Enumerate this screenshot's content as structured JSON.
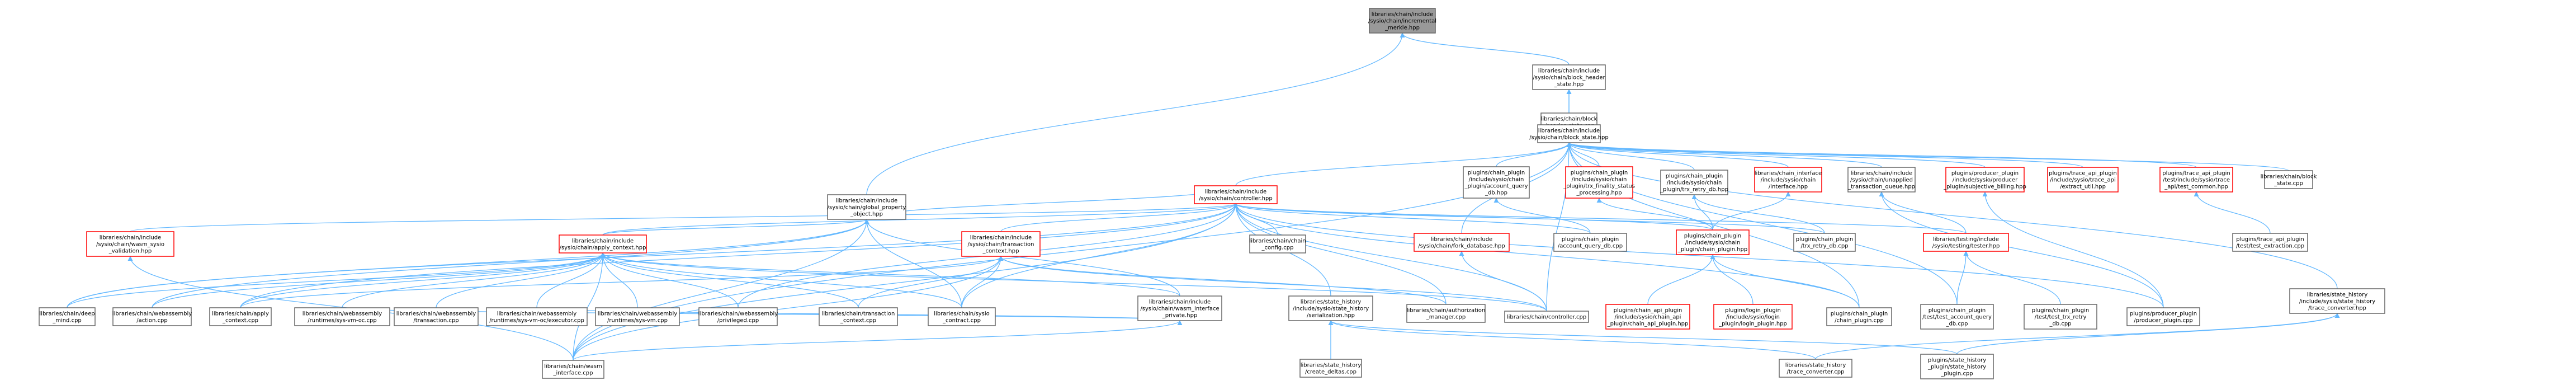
{
  "graph": {
    "nodes": [
      {
        "id": "root",
        "lines": [
          "libraries/chain/include",
          "/sysio/chain/incremental",
          "_merkle.hpp"
        ],
        "style": "root"
      },
      {
        "id": "bhs",
        "lines": [
          "libraries/chain/include",
          "/sysio/chain/block_header",
          "_state.hpp"
        ],
        "style": "black"
      },
      {
        "id": "bhs_cpp",
        "lines": [
          "libraries/chain/block",
          "_header_state.cpp"
        ],
        "style": "black"
      },
      {
        "id": "bs",
        "lines": [
          "libraries/chain/include",
          "/sysio/chain/block_state.hpp"
        ],
        "style": "black"
      },
      {
        "id": "gpo",
        "lines": [
          "libraries/chain/include",
          "/sysio/chain/global_property",
          "_object.hpp"
        ],
        "style": "black"
      },
      {
        "id": "ctrl",
        "lines": [
          "libraries/chain/include",
          "/sysio/chain/controller.hpp"
        ],
        "style": "red"
      },
      {
        "id": "acq",
        "lines": [
          "plugins/chain_plugin",
          "/include/sysio/chain",
          "_plugin/account_query",
          "_db.hpp"
        ],
        "style": "black"
      },
      {
        "id": "fin",
        "lines": [
          "plugins/chain_plugin",
          "/include/sysio/chain",
          "_plugin/trx_finality_status",
          "_processing.hpp"
        ],
        "style": "red"
      },
      {
        "id": "trxdb",
        "lines": [
          "plugins/chain_plugin",
          "/include/sysio/chain",
          "_plugin/trx_retry_db.hpp"
        ],
        "style": "black"
      },
      {
        "id": "ci",
        "lines": [
          "libraries/chain_interface",
          "/include/sysio/chain",
          "/interface.hpp"
        ],
        "style": "red"
      },
      {
        "id": "utq",
        "lines": [
          "libraries/chain/include",
          "/sysio/chain/unapplied",
          "_transaction_queue.hpp"
        ],
        "style": "black"
      },
      {
        "id": "prod_sub",
        "lines": [
          "plugins/producer_plugin",
          "/include/sysio/producer",
          "_plugin/subjective_billing.hpp"
        ],
        "style": "red"
      },
      {
        "id": "trace_ext",
        "lines": [
          "plugins/trace_api_plugin",
          "/include/sysio/trace_api",
          "/extract_util.hpp"
        ],
        "style": "red"
      },
      {
        "id": "trace_test",
        "lines": [
          "plugins/trace_api_plugin",
          "/test/include/sysio/trace",
          "_api/test_common.hpp"
        ],
        "style": "red"
      },
      {
        "id": "bs_cpp",
        "lines": [
          "libraries/chain/block",
          "_state.cpp"
        ],
        "style": "black"
      },
      {
        "id": "wasm_val",
        "lines": [
          "libraries/chain/include",
          "/sysio/chain/wasm_sysio",
          "_validation.hpp"
        ],
        "style": "red"
      },
      {
        "id": "apply_ctx",
        "lines": [
          "libraries/chain/include",
          "/sysio/chain/apply_context.hpp"
        ],
        "style": "red"
      },
      {
        "id": "chain_cfg",
        "lines": [
          "libraries/chain/chain",
          "_config.cpp"
        ],
        "style": "black"
      },
      {
        "id": "txn_ctx",
        "lines": [
          "libraries/chain/include",
          "/sysio/chain/transaction",
          "_context.hpp"
        ],
        "style": "red"
      },
      {
        "id": "fork_db",
        "lines": [
          "libraries/chain/include",
          "/sysio/chain/fork_database.hpp"
        ],
        "style": "red"
      },
      {
        "id": "acq_cpp",
        "lines": [
          "plugins/chain_plugin",
          "/account_query_db.cpp"
        ],
        "style": "black"
      },
      {
        "id": "cp_hpp",
        "lines": [
          "plugins/chain_plugin",
          "/include/sysio/chain",
          "_plugin/chain_plugin.hpp"
        ],
        "style": "red"
      },
      {
        "id": "trx_retry_cpp",
        "lines": [
          "plugins/chain_plugin",
          "/trx_retry_db.cpp"
        ],
        "style": "black"
      },
      {
        "id": "tester",
        "lines": [
          "libraries/testing/include",
          "/sysio/testing/tester.hpp"
        ],
        "style": "red"
      },
      {
        "id": "trace_extract_cpp",
        "lines": [
          "plugins/trace_api_plugin",
          "/test/test_extraction.cpp"
        ],
        "style": "black"
      },
      {
        "id": "deep_mind",
        "lines": [
          "libraries/chain/deep",
          "_mind.cpp"
        ],
        "style": "black"
      },
      {
        "id": "wasm_action",
        "lines": [
          "libraries/chain/webassembly",
          "/action.cpp"
        ],
        "style": "black"
      },
      {
        "id": "apply_cpp",
        "lines": [
          "libraries/chain/apply",
          "_context.cpp"
        ],
        "style": "black"
      },
      {
        "id": "sys_vm_oc",
        "lines": [
          "libraries/chain/webassembly",
          "/runtimes/sys-vm-oc.cpp"
        ],
        "style": "black"
      },
      {
        "id": "wasm_txn",
        "lines": [
          "libraries/chain/webassembly",
          "/transaction.cpp"
        ],
        "style": "black"
      },
      {
        "id": "sys_vm_exec",
        "lines": [
          "libraries/chain/webassembly",
          "/runtimes/sys-vm-oc/executor.cpp"
        ],
        "style": "black"
      },
      {
        "id": "sys_vm",
        "lines": [
          "libraries/chain/webassembly",
          "/runtimes/sys-vm.cpp"
        ],
        "style": "black"
      },
      {
        "id": "wasm_priv",
        "lines": [
          "libraries/chain/webassembly",
          "/privileged.cpp"
        ],
        "style": "black"
      },
      {
        "id": "txn_ctx_cpp",
        "lines": [
          "libraries/chain/transaction",
          "_context.cpp"
        ],
        "style": "black"
      },
      {
        "id": "sysio_contract",
        "lines": [
          "libraries/chain/sysio",
          "_contract.cpp"
        ],
        "style": "black"
      },
      {
        "id": "wasm_iface_priv",
        "lines": [
          "libraries/chain/include",
          "/sysio/chain/wasm_interface",
          "_private.hpp"
        ],
        "style": "black"
      },
      {
        "id": "sh_ser",
        "lines": [
          "libraries/state_history",
          "/include/sysio/state_history",
          "/serialization.hpp"
        ],
        "style": "black"
      },
      {
        "id": "auth_mgr",
        "lines": [
          "libraries/chain/authorization",
          "_manager.cpp"
        ],
        "style": "black"
      },
      {
        "id": "ctrl_cpp",
        "lines": [
          "libraries/chain/controller.cpp"
        ],
        "style": "black"
      },
      {
        "id": "chain_api",
        "lines": [
          "plugins/chain_api_plugin",
          "/include/sysio/chain_api",
          "_plugin/chain_api_plugin.hpp"
        ],
        "style": "red"
      },
      {
        "id": "login",
        "lines": [
          "plugins/login_plugin",
          "/include/sysio/login",
          "_plugin/login_plugin.hpp"
        ],
        "style": "red"
      },
      {
        "id": "cp_cpp",
        "lines": [
          "plugins/chain_plugin",
          "/chain_plugin.cpp"
        ],
        "style": "black"
      },
      {
        "id": "test_acq",
        "lines": [
          "plugins/chain_plugin",
          "/test/test_account_query",
          "_db.cpp"
        ],
        "style": "black"
      },
      {
        "id": "test_trx_retry",
        "lines": [
          "plugins/chain_plugin",
          "/test/test_trx_retry",
          "_db.cpp"
        ],
        "style": "black"
      },
      {
        "id": "prod_cpp",
        "lines": [
          "plugins/producer_plugin",
          "/producer_plugin.cpp"
        ],
        "style": "black"
      },
      {
        "id": "trace_conv",
        "lines": [
          "libraries/state_history",
          "/include/sysio/state_history",
          "/trace_converter.hpp"
        ],
        "style": "black"
      },
      {
        "id": "wasm_iface_cpp",
        "lines": [
          "libraries/chain/wasm",
          "_interface.cpp"
        ],
        "style": "black"
      },
      {
        "id": "create_deltas",
        "lines": [
          "libraries/state_history",
          "/create_deltas.cpp"
        ],
        "style": "black"
      },
      {
        "id": "trace_conv_cpp",
        "lines": [
          "libraries/state_history",
          "/trace_converter.cpp"
        ],
        "style": "black"
      },
      {
        "id": "sh_plugin",
        "lines": [
          "plugins/state_history",
          "_plugin/state_history",
          "_plugin.cpp"
        ],
        "style": "black"
      }
    ],
    "edges": [
      [
        "bhs",
        "root"
      ],
      [
        "gpo",
        "root"
      ],
      [
        "bhs_cpp",
        "bhs"
      ],
      [
        "bs",
        "bhs"
      ],
      [
        "ctrl",
        "bs"
      ],
      [
        "acq",
        "bs"
      ],
      [
        "fin",
        "bs"
      ],
      [
        "trxdb",
        "bs"
      ],
      [
        "ci",
        "bs"
      ],
      [
        "utq",
        "bs"
      ],
      [
        "prod_sub",
        "bs"
      ],
      [
        "trace_ext",
        "bs"
      ],
      [
        "trace_test",
        "bs"
      ],
      [
        "bs_cpp",
        "bs"
      ],
      [
        "fork_db",
        "bs"
      ],
      [
        "ctrl_cpp",
        "bs"
      ],
      [
        "cp_cpp",
        "bs"
      ],
      [
        "test_acq",
        "bs"
      ],
      [
        "trace_conv",
        "bs"
      ],
      [
        "wasm_iface_cpp",
        "bs"
      ],
      [
        "ctrl",
        "gpo"
      ],
      [
        "apply_ctx",
        "gpo"
      ],
      [
        "deep_mind",
        "gpo"
      ],
      [
        "wasm_action",
        "gpo"
      ],
      [
        "sysio_contract",
        "gpo"
      ],
      [
        "wasm_iface_priv",
        "gpo"
      ],
      [
        "wasm_iface_cpp",
        "gpo"
      ],
      [
        "wasm_val",
        "ctrl"
      ],
      [
        "apply_ctx",
        "ctrl"
      ],
      [
        "chain_cfg",
        "ctrl"
      ],
      [
        "txn_ctx",
        "ctrl"
      ],
      [
        "acq_cpp",
        "ctrl"
      ],
      [
        "cp_hpp",
        "ctrl"
      ],
      [
        "trx_retry_cpp",
        "ctrl"
      ],
      [
        "tester",
        "ctrl"
      ],
      [
        "sh_ser",
        "ctrl"
      ],
      [
        "auth_mgr",
        "ctrl"
      ],
      [
        "ctrl_cpp",
        "ctrl"
      ],
      [
        "deep_mind",
        "ctrl"
      ],
      [
        "apply_cpp",
        "ctrl"
      ],
      [
        "wasm_priv",
        "ctrl"
      ],
      [
        "sysio_contract",
        "ctrl"
      ],
      [
        "prod_cpp",
        "ctrl"
      ],
      [
        "cp_cpp",
        "ctrl"
      ],
      [
        "wasm_iface_cpp",
        "ctrl"
      ],
      [
        "acq_cpp",
        "acq"
      ],
      [
        "cp_hpp",
        "fin"
      ],
      [
        "trx_retry_cpp",
        "trxdb"
      ],
      [
        "cp_hpp",
        "trxdb"
      ],
      [
        "cp_hpp",
        "ci"
      ],
      [
        "tester",
        "utq"
      ],
      [
        "prod_cpp",
        "utq"
      ],
      [
        "prod_cpp",
        "prod_sub"
      ],
      [
        "trace_extract_cpp",
        "trace_test"
      ],
      [
        "wasm_iface_cpp",
        "wasm_val"
      ],
      [
        "deep_mind",
        "apply_ctx"
      ],
      [
        "wasm_action",
        "apply_ctx"
      ],
      [
        "apply_cpp",
        "apply_ctx"
      ],
      [
        "sys_vm_oc",
        "apply_ctx"
      ],
      [
        "wasm_txn",
        "apply_ctx"
      ],
      [
        "sys_vm_exec",
        "apply_ctx"
      ],
      [
        "sys_vm",
        "apply_ctx"
      ],
      [
        "wasm_priv",
        "apply_ctx"
      ],
      [
        "txn_ctx_cpp",
        "apply_ctx"
      ],
      [
        "sysio_contract",
        "apply_ctx"
      ],
      [
        "wasm_iface_priv",
        "apply_ctx"
      ],
      [
        "wasm_iface_cpp",
        "apply_ctx"
      ],
      [
        "ctrl_cpp",
        "apply_ctx"
      ],
      [
        "apply_cpp",
        "txn_ctx"
      ],
      [
        "txn_ctx_cpp",
        "txn_ctx"
      ],
      [
        "sysio_contract",
        "txn_ctx"
      ],
      [
        "wasm_iface_cpp",
        "txn_ctx"
      ],
      [
        "ctrl_cpp",
        "txn_ctx"
      ],
      [
        "auth_mgr",
        "txn_ctx"
      ],
      [
        "ctrl_cpp",
        "fork_db"
      ],
      [
        "chain_api",
        "cp_hpp"
      ],
      [
        "login",
        "cp_hpp"
      ],
      [
        "cp_cpp",
        "cp_hpp"
      ],
      [
        "test_acq",
        "tester"
      ],
      [
        "test_trx_retry",
        "tester"
      ],
      [
        "sys_vm_oc",
        "wasm_iface_priv"
      ],
      [
        "sys_vm_exec",
        "wasm_iface_priv"
      ],
      [
        "wasm_iface_cpp",
        "wasm_iface_priv"
      ],
      [
        "create_deltas",
        "sh_ser"
      ],
      [
        "trace_conv_cpp",
        "sh_ser"
      ],
      [
        "sh_plugin",
        "sh_ser"
      ],
      [
        "trace_conv_cpp",
        "trace_conv"
      ],
      [
        "sh_plugin",
        "trace_conv"
      ]
    ]
  }
}
